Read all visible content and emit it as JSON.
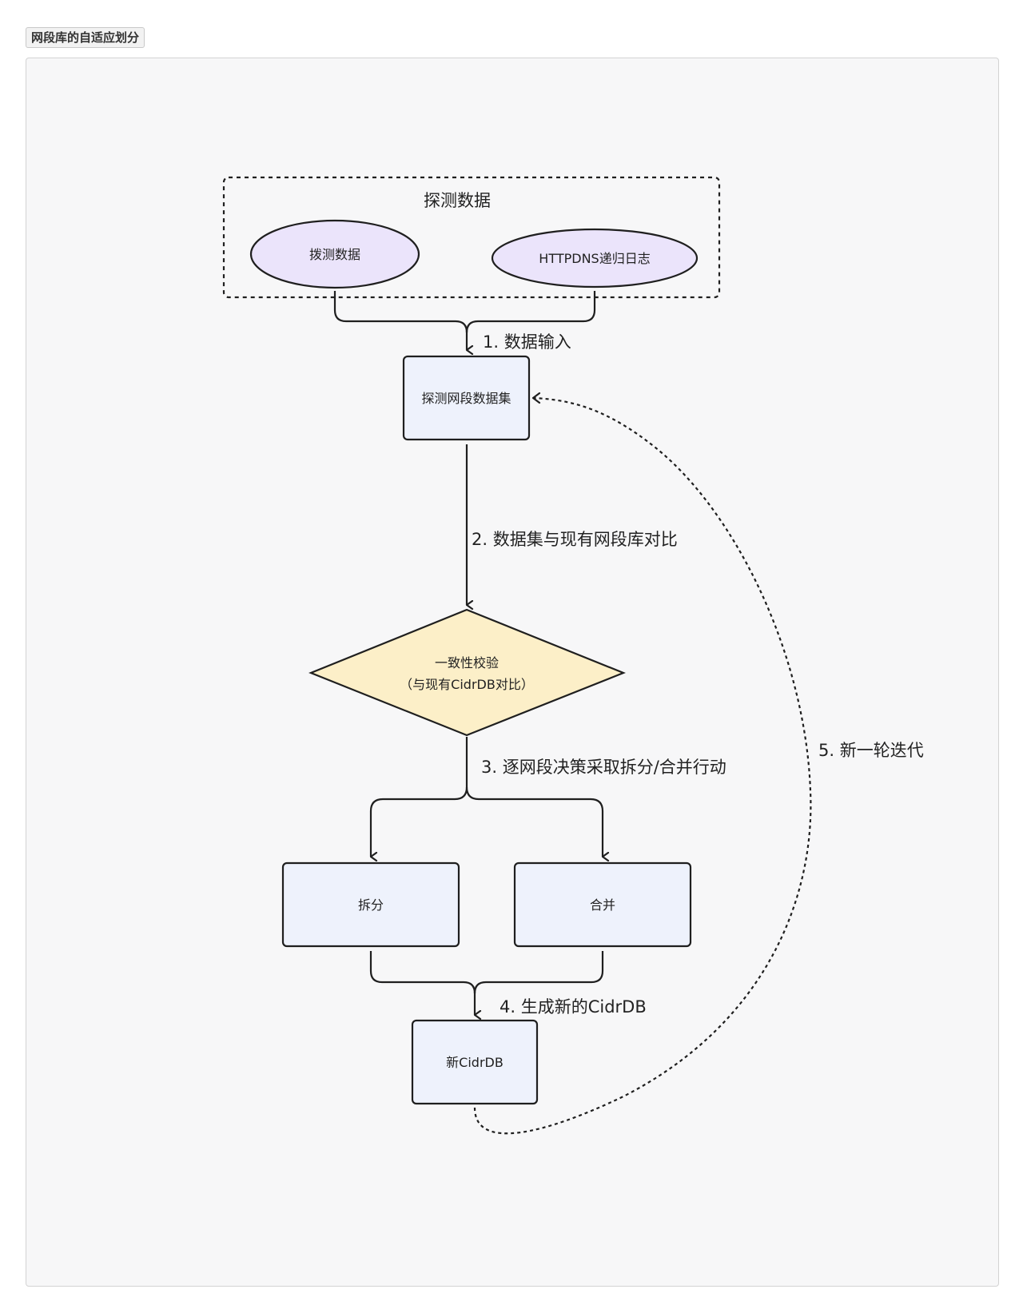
{
  "page": {
    "title": "网段库的自适应划分"
  },
  "colors": {
    "ellipse_fill": "#ebe4fb",
    "box_fill": "#eef2fc",
    "diamond_fill": "#fcefc8",
    "stroke": "#1f1f1f",
    "canvas_bg": "#f7f7f8"
  },
  "diagram": {
    "group": {
      "label": "探测数据"
    },
    "nodes": {
      "probe": {
        "label": "拨测数据"
      },
      "httpdns": {
        "label": "HTTPDNS递归日志"
      },
      "dataset": {
        "label": "探测网段数据集"
      },
      "check": {
        "line1": "一致性校验",
        "line2": "（与现有CidrDB对比）"
      },
      "split": {
        "label": "拆分"
      },
      "merge": {
        "label": "合并"
      },
      "newdb": {
        "label": "新CidrDB"
      }
    },
    "edges": {
      "step1": "1. 数据输入",
      "step2": "2. 数据集与现有网段库对比",
      "step3": "3. 逐网段决策采取拆分/合并行动",
      "step4": "4. 生成新的CidrDB",
      "step5": "5. 新一轮迭代"
    }
  }
}
